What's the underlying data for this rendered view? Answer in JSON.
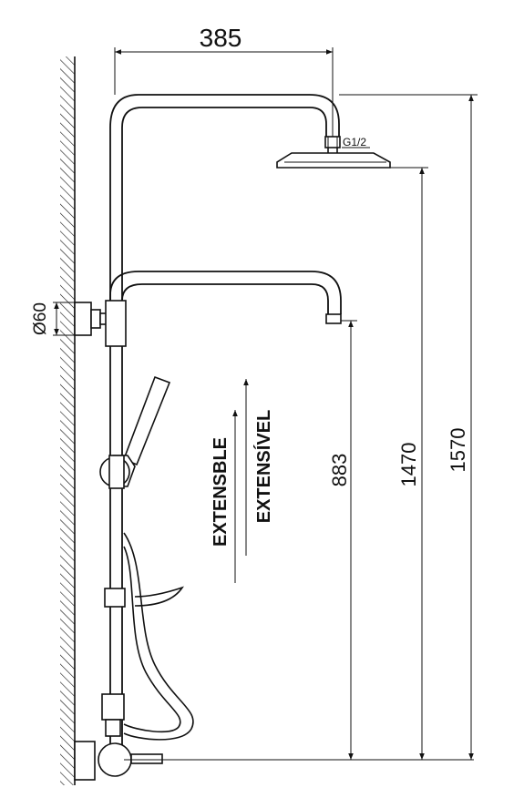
{
  "dimensions": {
    "width_top": "385",
    "connection": "G1/2",
    "wall_diameter": "Ø60",
    "height_hand_arm": "883",
    "height_head": "1470",
    "height_total": "1570"
  },
  "labels": {
    "extensible_es": "EXTENSBLE",
    "extensible_pt": "EXTENSÍVEL"
  }
}
